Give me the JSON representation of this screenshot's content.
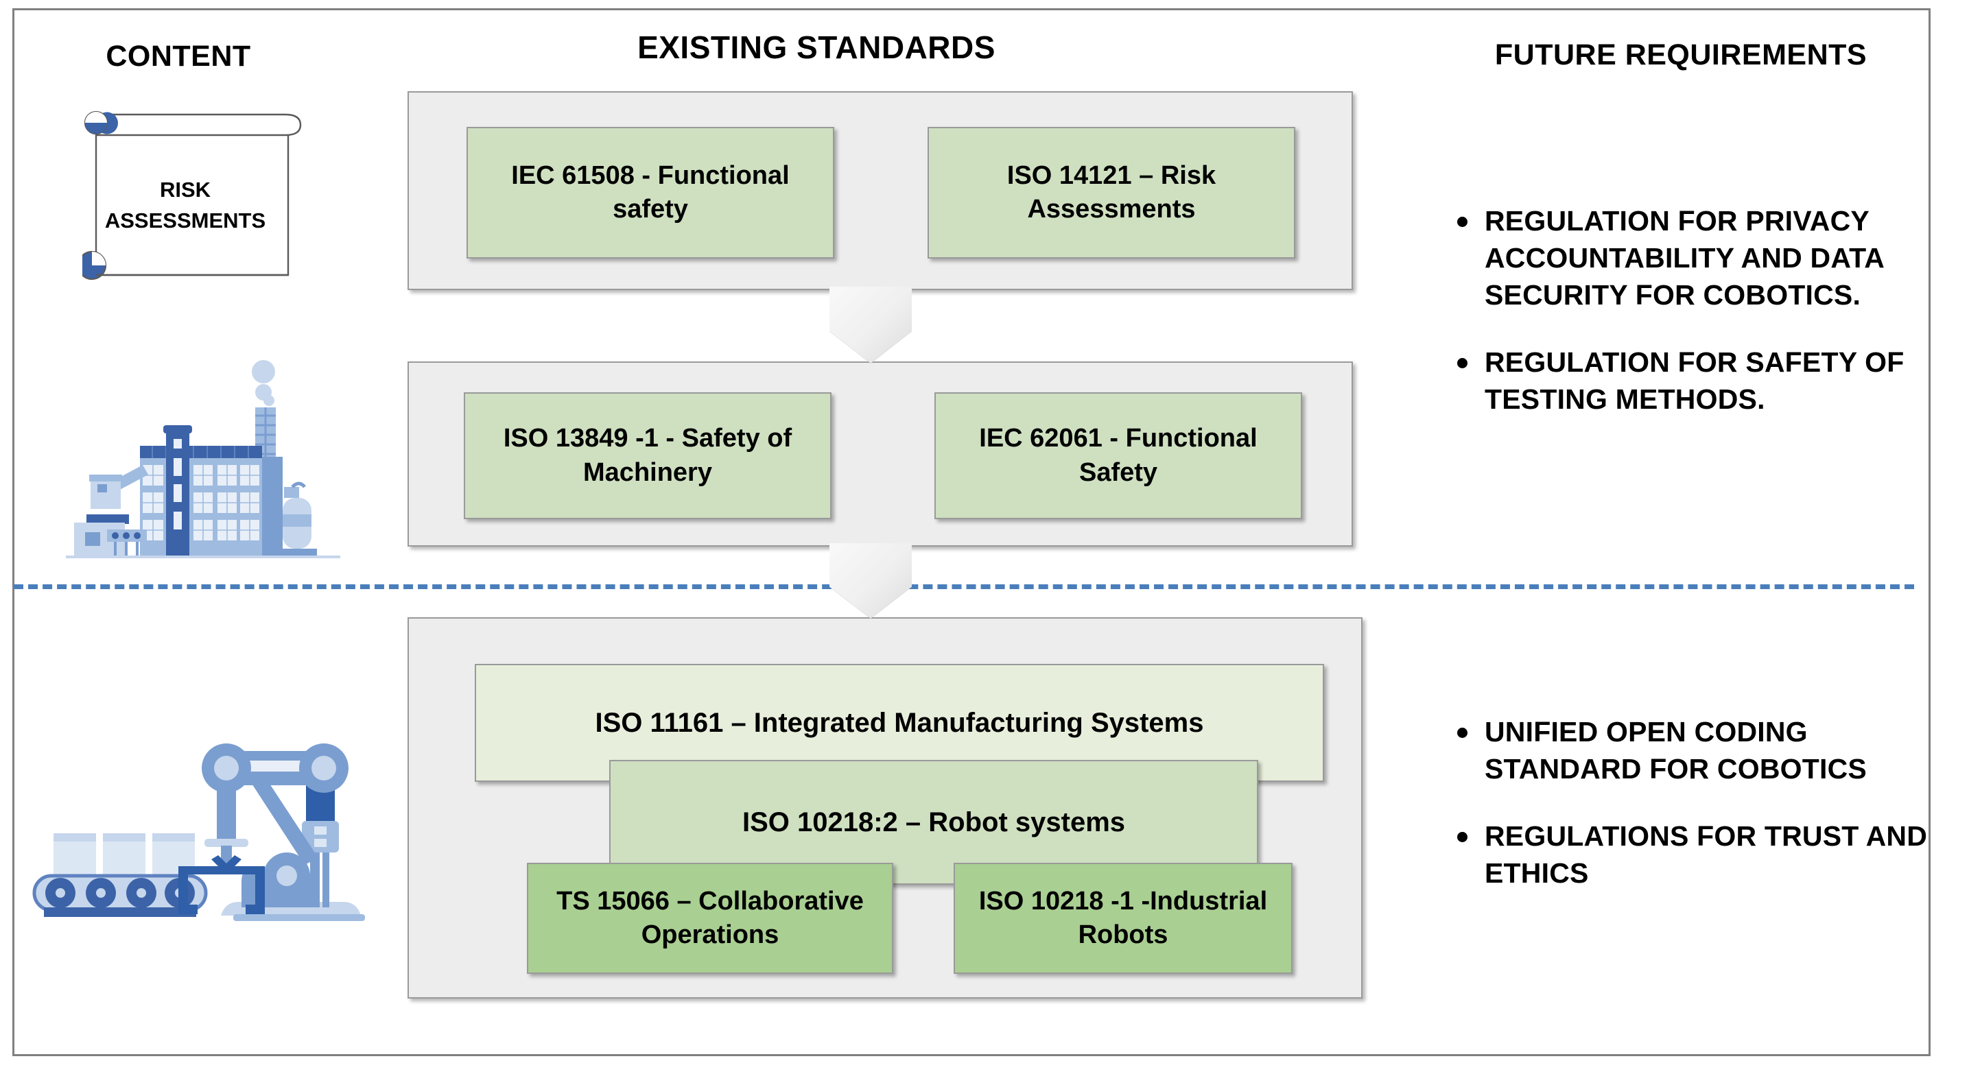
{
  "headings": {
    "content": "CONTENT",
    "existing_standards": "EXISTING STANDARDS",
    "future_requirements": "FUTURE REQUIREMENTS"
  },
  "content_column": {
    "scroll_label": "RISK\nASSESSMENTS",
    "scroll_label_line1": "RISK",
    "scroll_label_line2": "ASSESSMENTS",
    "icons": [
      {
        "name": "scroll-risk-assessments-icon",
        "label": "RISK ASSESSMENTS"
      },
      {
        "name": "factory-icon",
        "label": "Factory"
      },
      {
        "name": "robot-arm-conveyor-icon",
        "label": "Robotic arm and conveyor"
      }
    ]
  },
  "existing_standards": {
    "groups": [
      {
        "id": "row1",
        "chips": [
          {
            "label": "IEC 61508 - Functional safety",
            "fill": "#CFE0C1"
          },
          {
            "label": "ISO 14121 – Risk Assessments",
            "fill": "#CFE0C1"
          }
        ]
      },
      {
        "id": "row2",
        "chips": [
          {
            "label": "ISO 13849 -1 - Safety of Machinery",
            "fill": "#CFE0C1"
          },
          {
            "label": "IEC 62061 - Functional Safety",
            "fill": "#CFE0C1"
          }
        ]
      },
      {
        "id": "row3",
        "chips": [
          {
            "label": "ISO 11161 – Integrated Manufacturing Systems",
            "fill": "#E7EFDC"
          },
          {
            "label": "ISO 10218:2 – Robot systems",
            "fill": "#CFE0C1"
          },
          {
            "label": "TS 15066 – Collaborative Operations",
            "fill": "#A9CF92"
          },
          {
            "label": "ISO 10218 -1 -Industrial Robots",
            "fill": "#A9CF92"
          }
        ]
      }
    ],
    "connectors": [
      {
        "name": "down-arrow-1",
        "from": "row1",
        "to": "row2"
      },
      {
        "name": "down-arrow-2",
        "from": "row2",
        "to": "row3"
      }
    ]
  },
  "future_requirements": {
    "top": [
      "REGULATION FOR PRIVACY ACCOUNTABILITY AND DATA SECURITY FOR COBOTICS.",
      "REGULATION FOR SAFETY OF TESTING METHODS."
    ],
    "bottom": [
      "UNIFIED OPEN CODING STANDARD FOR COBOTICS",
      "REGULATIONS FOR TRUST AND ETHICS"
    ]
  },
  "divider": {
    "name": "dashed-divider",
    "style": "dashed",
    "color": "#4A7EBB"
  },
  "colors": {
    "frame_border": "#808080",
    "group_fill": "#EDEDED",
    "group_border": "#9A9A9A",
    "chip_green_mid": "#CFE0C1",
    "chip_green_light": "#E7EFDC",
    "chip_green_dark": "#A9CF92",
    "divider_blue": "#4A7EBB",
    "icon_blue_dark": "#3C63A8",
    "icon_blue_mid": "#7B9ED0",
    "icon_blue_light": "#C6D6EC"
  }
}
